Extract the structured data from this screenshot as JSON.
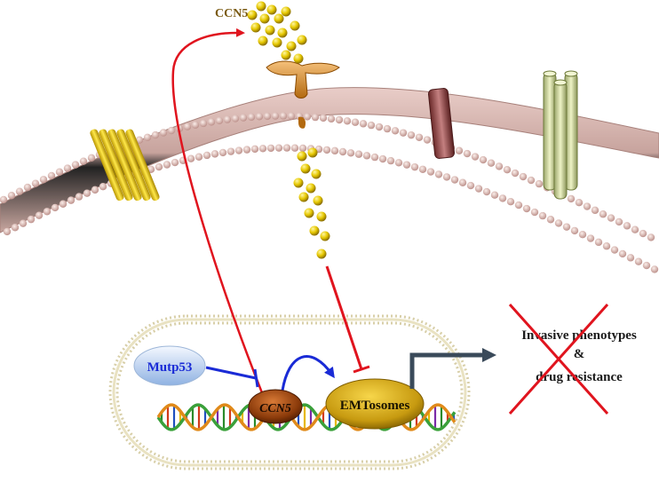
{
  "labels": {
    "ccn5_secreted": "CCN5",
    "mutp53": "Mutp53",
    "ccn5_gene": "CCN5",
    "emtosomes": "EMTosomes",
    "outcome_line1": "Invasive phenotypes",
    "outcome_amp": "&",
    "outcome_line2": "drug resistance"
  },
  "colors": {
    "ccn5_label": "#7a5a12",
    "mutp53_text": "#1a2bd6",
    "red_arrow": "#e0141e",
    "blue_arrow": "#1a2bd6",
    "dark_arrow": "#3a4a5a",
    "sphere": "#e0c400",
    "membrane_head": "#d9b6b0",
    "emtosome_body": "#c89a10",
    "ccn5_gene_body": "#8a3a0a"
  }
}
